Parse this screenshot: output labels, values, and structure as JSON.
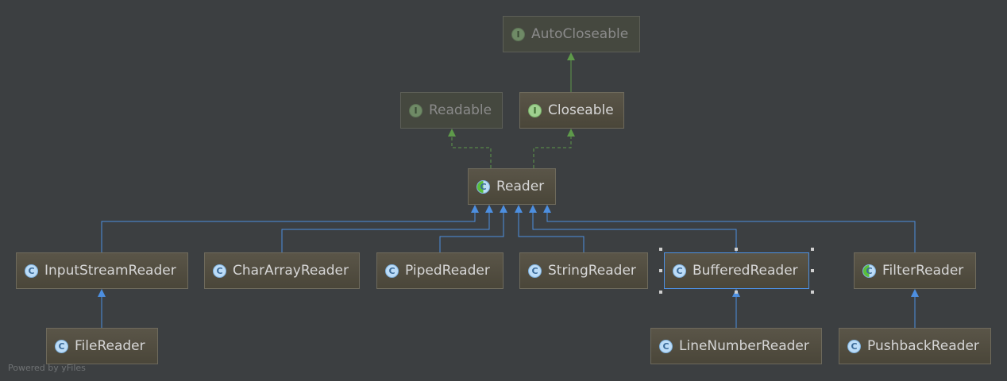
{
  "nodes": {
    "autocloseable": {
      "label": "AutoCloseable",
      "kind": "interface"
    },
    "readable": {
      "label": "Readable",
      "kind": "interface"
    },
    "closeable": {
      "label": "Closeable",
      "kind": "interface"
    },
    "reader": {
      "label": "Reader",
      "kind": "abstract-class"
    },
    "inputstreamreader": {
      "label": "InputStreamReader",
      "kind": "class"
    },
    "chararrayreader": {
      "label": "CharArrayReader",
      "kind": "class"
    },
    "pipedreader": {
      "label": "PipedReader",
      "kind": "class"
    },
    "stringreader": {
      "label": "StringReader",
      "kind": "class"
    },
    "bufferedreader": {
      "label": "BufferedReader",
      "kind": "class",
      "selected": true
    },
    "filterreader": {
      "label": "FilterReader",
      "kind": "abstract-class"
    },
    "filereader": {
      "label": "FileReader",
      "kind": "class"
    },
    "linenumberreader": {
      "label": "LineNumberReader",
      "kind": "class"
    },
    "pushbackreader": {
      "label": "PushbackReader",
      "kind": "class"
    }
  },
  "badges": {
    "class": "C",
    "interface": "I"
  },
  "footer": "Powered by yFiles",
  "colors": {
    "background": "#3c3f41",
    "implements_edge": "#5e9a4a",
    "extends_edge": "#4d8fe0",
    "selection": "#4d8fe0"
  }
}
